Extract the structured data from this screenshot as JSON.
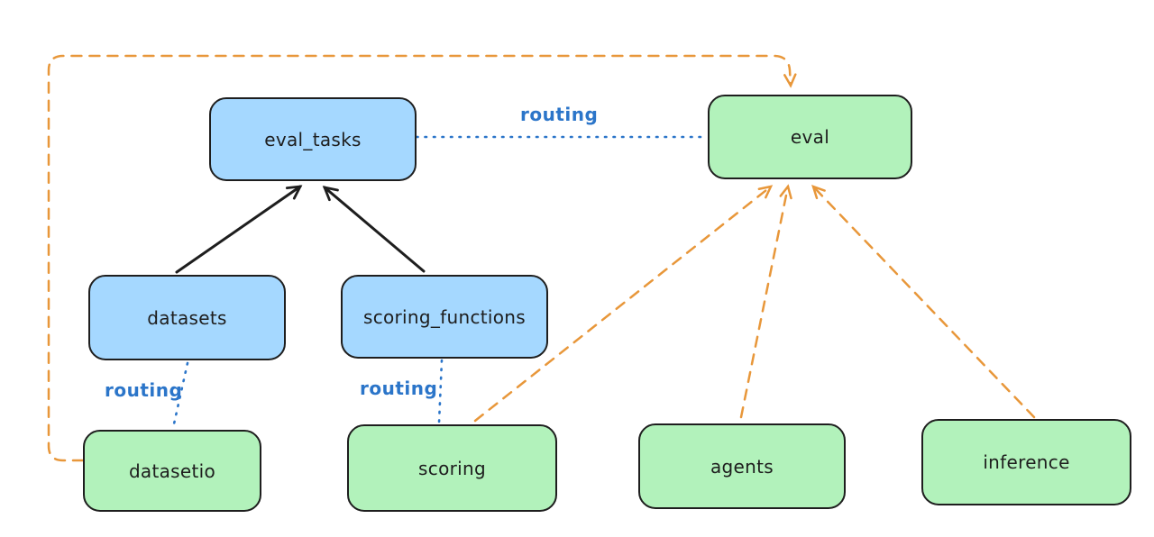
{
  "diagram": {
    "type": "architecture-diagram",
    "nodes": [
      {
        "id": "eval_tasks",
        "label": "eval_tasks",
        "fill": "blue"
      },
      {
        "id": "eval",
        "label": "eval",
        "fill": "green"
      },
      {
        "id": "datasets",
        "label": "datasets",
        "fill": "blue"
      },
      {
        "id": "scoring_functions",
        "label": "scoring_functions",
        "fill": "blue"
      },
      {
        "id": "datasetio",
        "label": "datasetio",
        "fill": "green"
      },
      {
        "id": "scoring",
        "label": "scoring",
        "fill": "green"
      },
      {
        "id": "agents",
        "label": "agents",
        "fill": "green"
      },
      {
        "id": "inference",
        "label": "inference",
        "fill": "green"
      }
    ],
    "edges": [
      {
        "from": "eval_tasks",
        "to": "eval",
        "style": "dotted-blue",
        "label": "routing"
      },
      {
        "from": "datasets",
        "to": "eval_tasks",
        "style": "solid-black-arrow",
        "label": ""
      },
      {
        "from": "scoring_functions",
        "to": "eval_tasks",
        "style": "solid-black-arrow",
        "label": ""
      },
      {
        "from": "datasets",
        "to": "datasetio",
        "style": "dotted-blue",
        "label": "routing"
      },
      {
        "from": "scoring_functions",
        "to": "scoring",
        "style": "dotted-blue",
        "label": "routing"
      },
      {
        "from": "datasetio",
        "to": "eval",
        "style": "dashed-orange-arrow",
        "label": ""
      },
      {
        "from": "scoring",
        "to": "eval",
        "style": "dashed-orange-arrow",
        "label": ""
      },
      {
        "from": "agents",
        "to": "eval",
        "style": "dashed-orange-arrow",
        "label": ""
      },
      {
        "from": "inference",
        "to": "eval",
        "style": "dashed-orange-arrow",
        "label": ""
      }
    ],
    "colors": {
      "node_fill_blue": "#a5d8ff",
      "node_fill_green": "#b2f2bb",
      "node_border": "#1e1e1e",
      "routing_blue": "#2b75c9",
      "provider_orange": "#e8973a",
      "background": "#ffffff"
    }
  }
}
